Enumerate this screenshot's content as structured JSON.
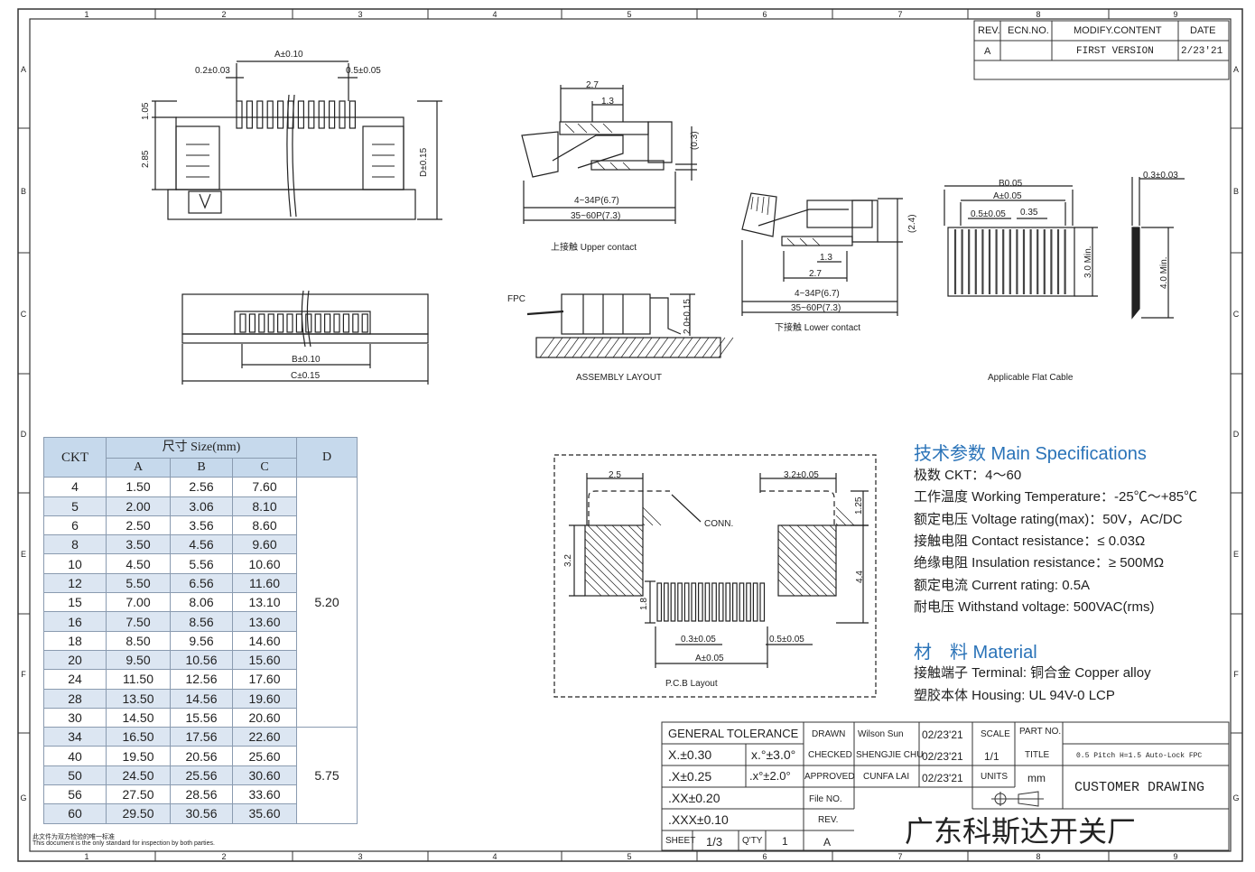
{
  "frame": {
    "top_cols": [
      "1",
      "2",
      "3",
      "4",
      "5",
      "6",
      "7",
      "8",
      "9"
    ],
    "bottom_cols": [
      "1",
      "2",
      "3",
      "4",
      "5",
      "6",
      "7",
      "8",
      "9"
    ],
    "rows": [
      "A",
      "B",
      "C",
      "D",
      "E",
      "F",
      "G"
    ]
  },
  "revision": {
    "headers": {
      "rev": "REV.",
      "ecn": "ECN.NO.",
      "modify": "MODIFY.CONTENT",
      "date": "DATE"
    },
    "row": {
      "rev": "A",
      "ecn": "",
      "modify": "FIRST VERSION",
      "date": "2/23'21"
    }
  },
  "views": {
    "front": {
      "a": "A±0.10",
      "pitch": "0.2±0.03",
      "gap": "0.5±0.05",
      "h1": "1.05",
      "h2": "2.85",
      "d": "D±0.15"
    },
    "bottom": {
      "b": "B±0.10",
      "c": "C±0.15"
    },
    "upper": {
      "w1": "2.7",
      "w2": "1.3",
      "p1": "4~34P(6.7)",
      "p2": "35~60P(7.3)",
      "h": "(0.3)",
      "caption": "上接触 Upper contact"
    },
    "lower": {
      "w1": "1.3",
      "w2": "2.7",
      "p1": "4~34P(6.7)",
      "p2": "35~60P(7.3)",
      "h": "(2.4)",
      "caption": "下接触 Lower contact"
    },
    "assembly": {
      "fpc": "FPC",
      "h": "2.0±0.15",
      "caption": "ASSEMBLY LAYOUT"
    },
    "cable": {
      "b": "B0.05",
      "a": "A±0.05",
      "p1": "0.5±0.05",
      "p2": "0.35",
      "len1": "3.0 Min.",
      "len2": "4.0 Min.",
      "t": "0.3±0.03",
      "caption": "Applicable Flat Cable"
    },
    "pcb": {
      "d1": "2.5",
      "d2": "3.2±0.05",
      "d3": "1.25",
      "d4": "3.2",
      "d5": "4.4",
      "d6": "1.8",
      "d7": "0.3±0.05",
      "d8": "0.5±0.05",
      "d9": "A±0.05",
      "conn": "CONN.",
      "caption": "P.C.B Layout"
    }
  },
  "size_table": {
    "title": "尺寸 Size(mm)",
    "headers": [
      "CKT",
      "A",
      "B",
      "C",
      "D"
    ],
    "rows": [
      [
        "4",
        "1.50",
        "2.56",
        "7.60"
      ],
      [
        "5",
        "2.00",
        "3.06",
        "8.10"
      ],
      [
        "6",
        "2.50",
        "3.56",
        "8.60"
      ],
      [
        "8",
        "3.50",
        "4.56",
        "9.60"
      ],
      [
        "10",
        "4.50",
        "5.56",
        "10.60"
      ],
      [
        "12",
        "5.50",
        "6.56",
        "11.60"
      ],
      [
        "15",
        "7.00",
        "8.06",
        "13.10"
      ],
      [
        "16",
        "7.50",
        "8.56",
        "13.60"
      ],
      [
        "18",
        "8.50",
        "9.56",
        "14.60"
      ],
      [
        "20",
        "9.50",
        "10.56",
        "15.60"
      ],
      [
        "24",
        "11.50",
        "12.56",
        "17.60"
      ],
      [
        "28",
        "13.50",
        "14.56",
        "19.60"
      ],
      [
        "30",
        "14.50",
        "15.56",
        "20.60"
      ],
      [
        "34",
        "16.50",
        "17.56",
        "22.60"
      ],
      [
        "40",
        "19.50",
        "20.56",
        "25.60"
      ],
      [
        "50",
        "24.50",
        "25.56",
        "30.60"
      ],
      [
        "56",
        "27.50",
        "28.56",
        "33.60"
      ],
      [
        "60",
        "29.50",
        "30.56",
        "35.60"
      ]
    ],
    "d_groups": [
      {
        "value": "5.20",
        "rows": 13
      },
      {
        "value": "5.75",
        "rows": 5
      }
    ]
  },
  "note": {
    "line1": "此文件为双方检验的唯一标准",
    "line2": "This document is the only standard for inspection by both parties."
  },
  "specs": {
    "heading": "技术参数 Main Specifications",
    "lines": [
      "极数 CKT：4～60",
      "工作温度 Working Temperature：-25℃～+85℃",
      "额定电压 Voltage rating(max)：50V，AC/DC",
      "接触电阻 Contact resistance：≤ 0.03Ω",
      "绝缘电阻 Insulation resistance：≥ 500MΩ",
      "额定电流 Current rating: 0.5A",
      "耐电压 Withstand voltage: 500VAC(rms)"
    ],
    "material_heading": "材　料 Material",
    "material_lines": [
      "接触端子 Terminal: 铜合金 Copper alloy",
      "塑胶本体 Housing: UL 94V-0 LCP"
    ]
  },
  "title_block": {
    "tolerance": "GENERAL TOLERANCE",
    "tol_x": "X.±0.30",
    "tol_xx": ".X±0.25",
    "tol_xxx": ".XX±0.20",
    "tol_xxxx": ".XXX±0.10",
    "ang1": "x.°±3.0°",
    "ang2": ".x°±2.0°",
    "drawn": "DRAWN",
    "drawn_by": "Wilson Sun",
    "drawn_date": "02/23'21",
    "checked": "CHECKED",
    "checked_by": "SHENGJIE CHU",
    "checked_date": "02/23'21",
    "approved": "APPROVED",
    "approved_by": "CUNFA LAI",
    "approved_date": "02/23'21",
    "scale": "SCALE",
    "scale_val": "1/1",
    "units": "UNITS",
    "units_val": "mm",
    "part_no": "PART NO.",
    "title": "TITLE",
    "title_val": "0.5 Pitch H=1.5 Auto-Lock FPC",
    "customer": "CUSTOMER DRAWING",
    "file_no": "File NO.",
    "rev": "REV.",
    "rev_val": "A",
    "sheet": "SHEET",
    "sheet_val": "1/3",
    "qty": "Q'TY",
    "qty_val": "1",
    "company": "广东科斯达开关厂"
  }
}
